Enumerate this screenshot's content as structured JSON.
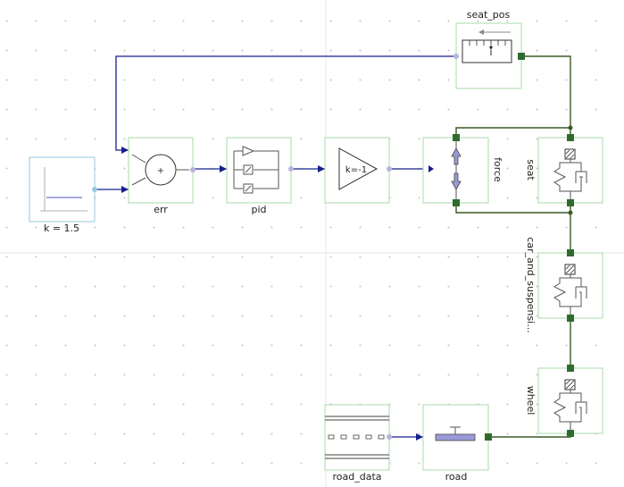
{
  "diagram": {
    "blocks": {
      "setpoint": "k = 1.5",
      "error_sum": "err",
      "controller": "pid",
      "gain": "k=-1",
      "gain_label": "",
      "force_source": "force",
      "seat": "seat",
      "car_and_suspension": "car_and_suspensi...",
      "wheel": "wheel",
      "road_data": "road_data",
      "road": "road",
      "seat_pos": "seat_pos",
      "sum_sign": "+"
    },
    "colors": {
      "signal_wire": "#16208c",
      "mechanical_wire": "#3a5a26",
      "block_border_green": "#a9dba9",
      "block_border_blue": "#9bc7df",
      "port_green": "#2f6b2f"
    }
  }
}
